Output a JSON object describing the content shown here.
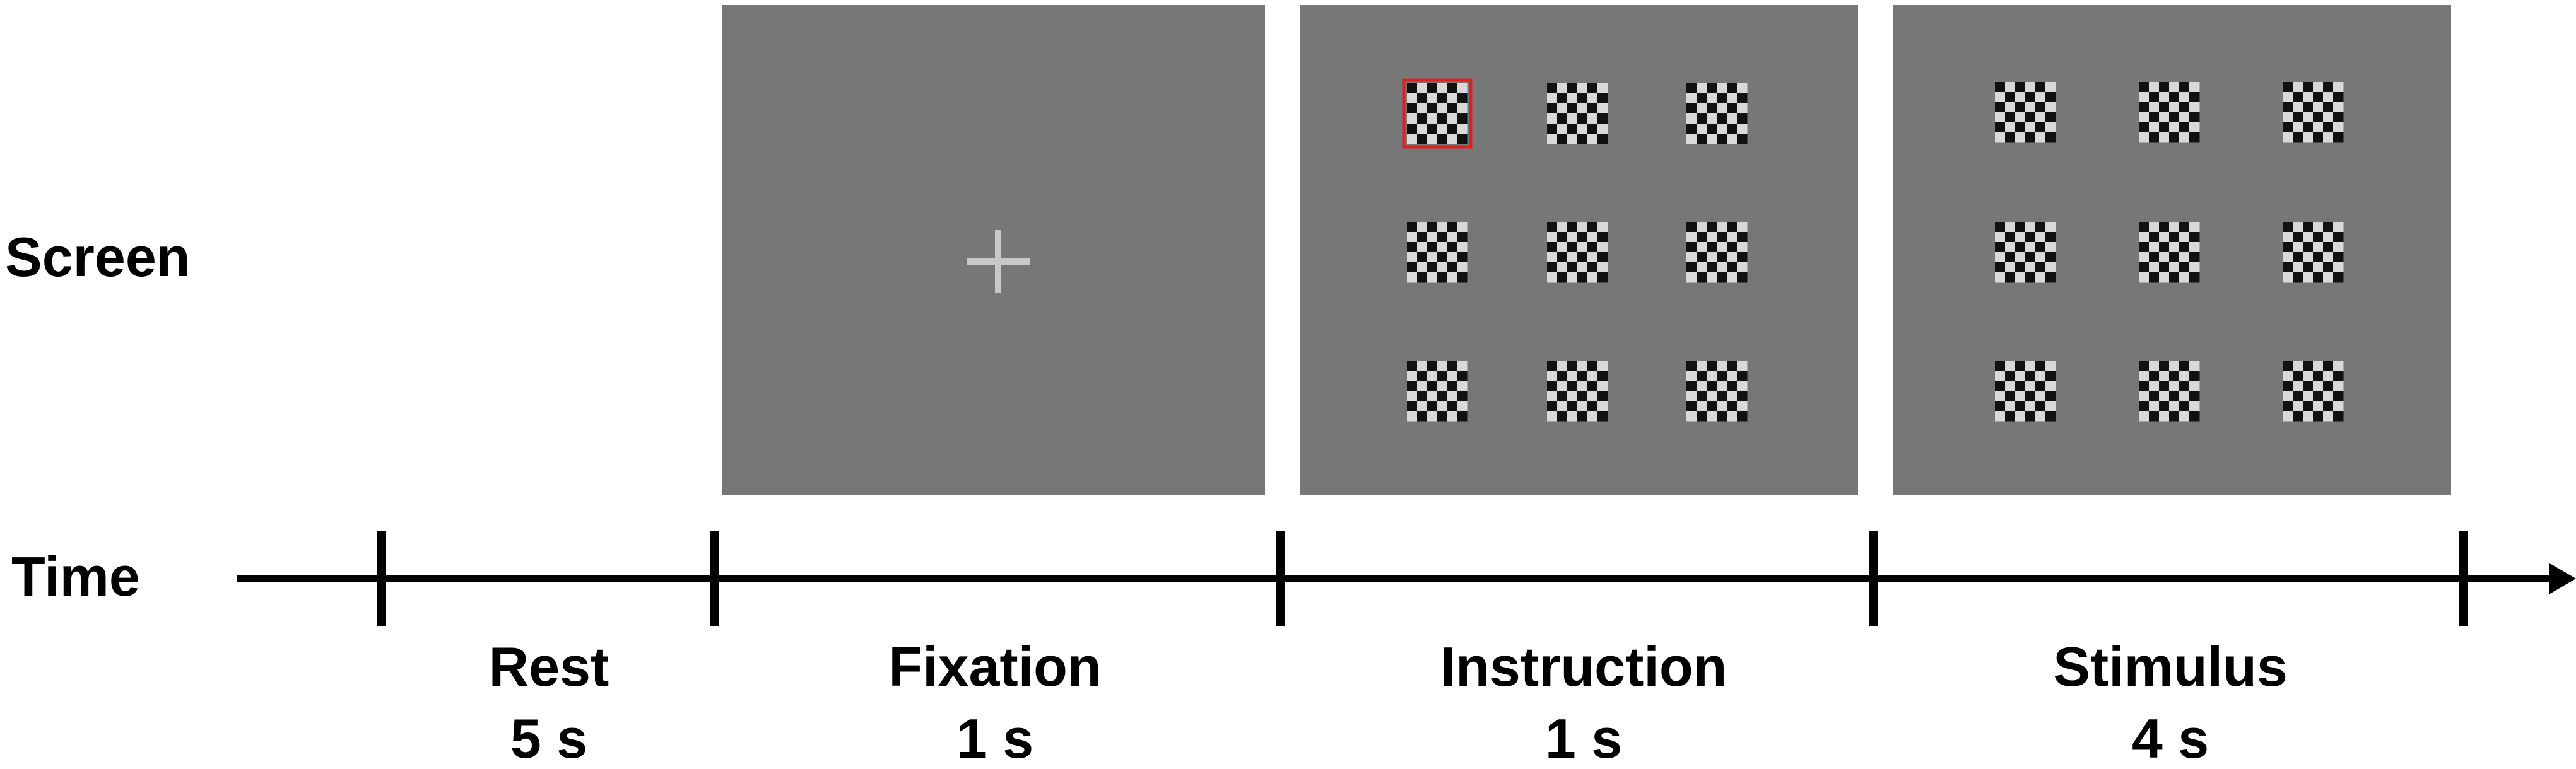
{
  "row_labels": {
    "screen": "Screen",
    "time": "Time"
  },
  "phases": [
    {
      "name": "Rest",
      "duration": "5 s"
    },
    {
      "name": "Fixation",
      "duration": "1 s"
    },
    {
      "name": "Instruction",
      "duration": "1 s"
    },
    {
      "name": "Stimulus",
      "duration": "4 s"
    }
  ],
  "screens": {
    "fixation": {
      "content": "fixation-cross"
    },
    "instruction": {
      "grid": [
        3,
        3
      ],
      "cued_cell": [
        0,
        0
      ]
    },
    "stimulus": {
      "grid": [
        3,
        3
      ]
    }
  },
  "colors": {
    "screen_background": "#777777",
    "fixation_cross": "#c8c8c8",
    "checker_dark": "#111111",
    "checker_light": "#d9d9d9",
    "cue_outline": "#e02020",
    "axis": "#000000"
  },
  "icons": {
    "timeline_arrow": "arrow-right-icon"
  }
}
